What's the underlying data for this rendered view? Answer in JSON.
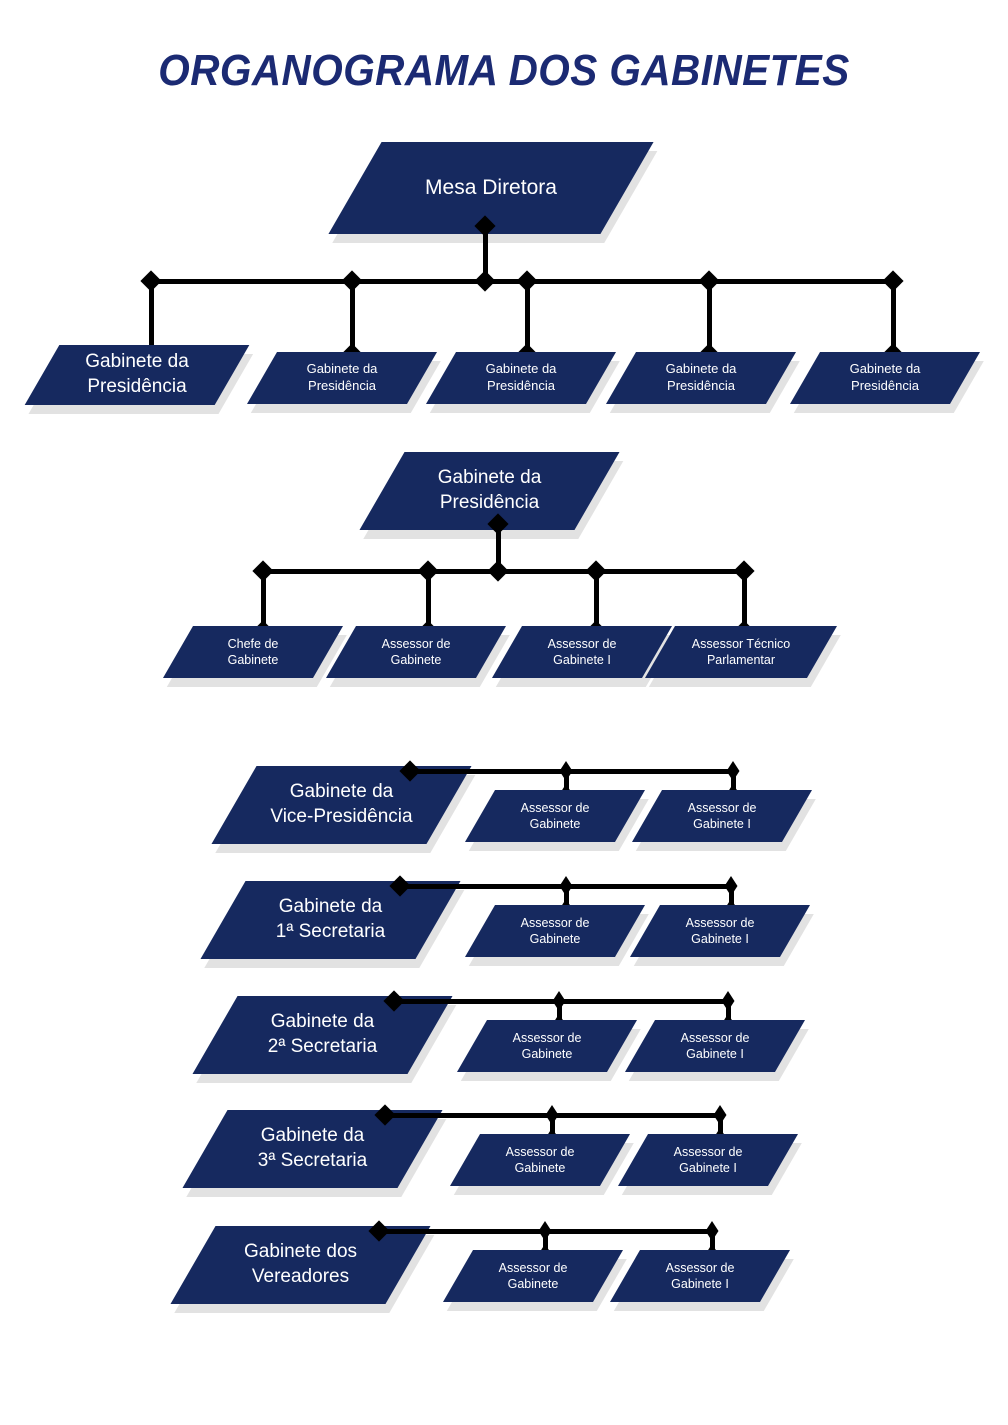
{
  "title": "ORGANOGRAMA DOS GABINETES",
  "colors": {
    "node_fill": "#16295f",
    "node_shadow": "#e2e2e2",
    "title": "#1b2a73",
    "connector": "#000000",
    "label": "#ffffff",
    "background": "#ffffff"
  },
  "chart_data": {
    "type": "diagram",
    "title": "ORGANOGRAMA DOS GABINETES",
    "root": "Mesa Diretora",
    "sections": [
      {
        "name": "mesa-diretora-section",
        "parent": "Mesa Diretora",
        "children": [
          "Gabinete da Presidência",
          "Gabinete da Presidência",
          "Gabinete da Presidência",
          "Gabinete da Presidência",
          "Gabinete da Presidência"
        ]
      },
      {
        "name": "presidencia-section",
        "parent": "Gabinete da Presidência",
        "children": [
          "Chefe de Gabinete",
          "Assessor de Gabinete",
          "Assessor de Gabinete I",
          "Assessor Técnico Parlamentar"
        ]
      },
      {
        "name": "vice-presidencia-section",
        "parent": "Gabinete da Vice-Presidência",
        "children": [
          "Assessor de Gabinete",
          "Assessor de Gabinete I"
        ]
      },
      {
        "name": "primeira-secretaria-section",
        "parent": "Gabinete da 1ª Secretaria",
        "children": [
          "Assessor de Gabinete",
          "Assessor de Gabinete I"
        ]
      },
      {
        "name": "segunda-secretaria-section",
        "parent": "Gabinete da 2ª Secretaria",
        "children": [
          "Assessor de Gabinete",
          "Assessor de Gabinete I"
        ]
      },
      {
        "name": "terceira-secretaria-section",
        "parent": "Gabinete da 3ª Secretaria",
        "children": [
          "Assessor de Gabinete",
          "Assessor de Gabinete I"
        ]
      },
      {
        "name": "vereadores-section",
        "parent": "Gabinete dos Vereadores",
        "children": [
          "Assessor de Gabinete",
          "Assessor de Gabinete I"
        ]
      }
    ]
  },
  "nodes": {
    "root": "Mesa Diretora",
    "tier1": [
      "Gabinete da\nPresidência",
      "Gabinete da\nPresidência",
      "Gabinete da\nPresidência",
      "Gabinete da\nPresidência",
      "Gabinete da\nPresidência"
    ],
    "presidencia_parent": "Gabinete da\nPresidência",
    "presidencia_children": [
      "Chefe de\nGabinete",
      "Assessor de\nGabinete",
      "Assessor de\nGabinete I",
      "Assessor Técnico\nParlamentar"
    ],
    "rows": [
      {
        "parent": "Gabinete da\nVice-Presidência",
        "child_a": "Assessor de\nGabinete",
        "child_b": "Assessor de\nGabinete I"
      },
      {
        "parent": "Gabinete da\n1ª Secretaria",
        "child_a": "Assessor de\nGabinete",
        "child_b": "Assessor de\nGabinete I"
      },
      {
        "parent": "Gabinete da\n2ª Secretaria",
        "child_a": "Assessor de\nGabinete",
        "child_b": "Assessor de\nGabinete I"
      },
      {
        "parent": "Gabinete da\n3ª Secretaria",
        "child_a": "Assessor de\nGabinete",
        "child_b": "Assessor de\nGabinete I"
      },
      {
        "parent": "Gabinete dos\nVereadores",
        "child_a": "Assessor de\nGabinete",
        "child_b": "Assessor de\nGabinete I"
      }
    ]
  }
}
